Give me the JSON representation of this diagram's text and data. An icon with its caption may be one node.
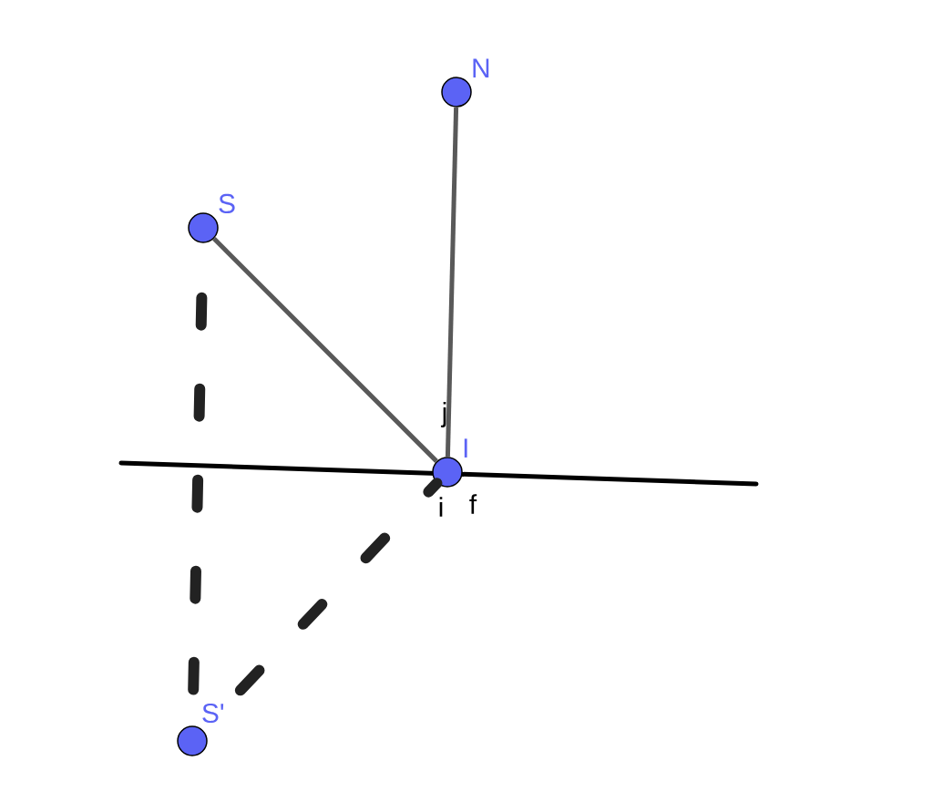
{
  "diagram": {
    "nodes": [
      {
        "text": [
          "N"
        ]
      },
      {
        "text": [
          "S"
        ]
      },
      {
        "text": [
          "I"
        ]
      },
      {
        "text": [
          "S'"
        ]
      }
    ],
    "edges": [
      {
        "from": 0,
        "to": 2,
        "arrow": "none"
      },
      {
        "from": 1,
        "to": 2,
        "arrow": "none"
      },
      {
        "from": 1,
        "to": 3,
        "arrow": "none",
        "style": "dashed",
        "color": "#222222"
      },
      {
        "from": 3,
        "to": 2,
        "arrow": "none",
        "style": "dashed",
        "color": "#222222"
      }
    ],
    "labels": [
      "j",
      "i",
      "f"
    ]
  }
}
